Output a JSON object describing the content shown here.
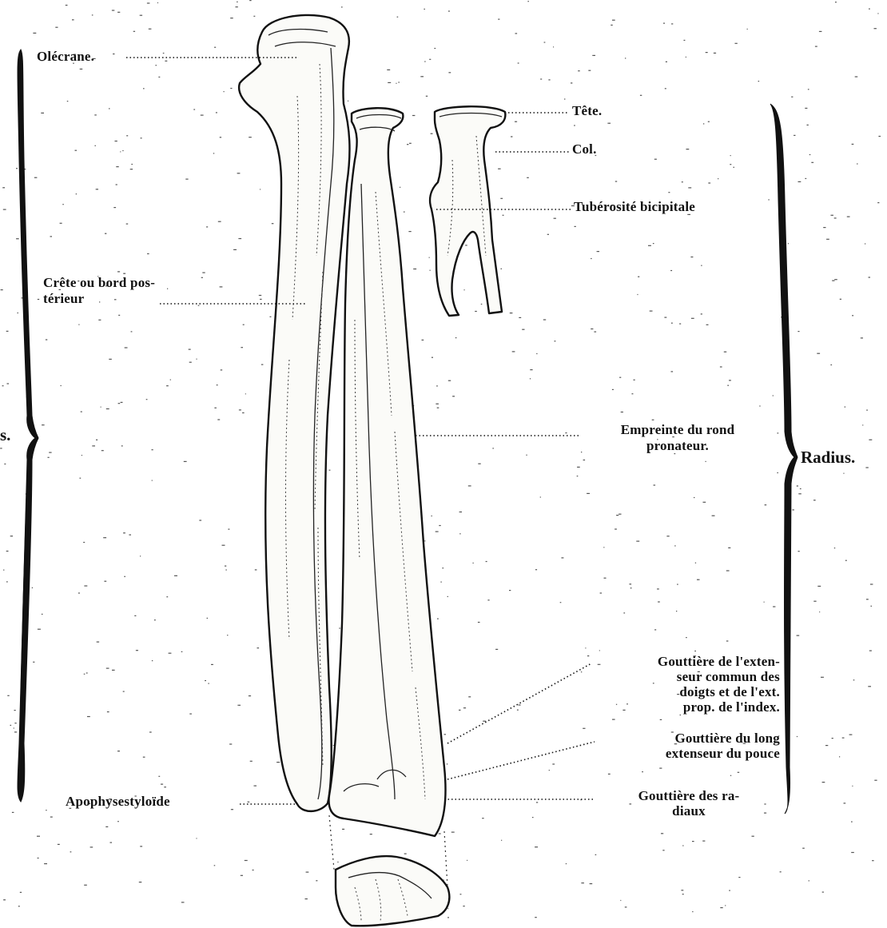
{
  "figure": {
    "labels": {
      "olecrane": "Olécrane.",
      "crete": "Crête ou bord pos-\ntérieur",
      "apophyse": "Apophysestyloïde",
      "tete": "Tête.",
      "col": "Col.",
      "tuberosite": "Tubérosité bicipitale",
      "empreinte": "Empreinte du rond\npronateur.",
      "gouttiere_extenseur": "Gouttière de l'exten-\nseur commun des\ndoigts et de l'ext.\nprop. de l'index.",
      "gouttiere_pouce": "Gouttière du long\nextenseur du pouce",
      "gouttiere_radiaux": "Gouttière des ra-\ndiaux"
    },
    "groups": {
      "left_partial": "s.",
      "right": "Radius."
    }
  }
}
